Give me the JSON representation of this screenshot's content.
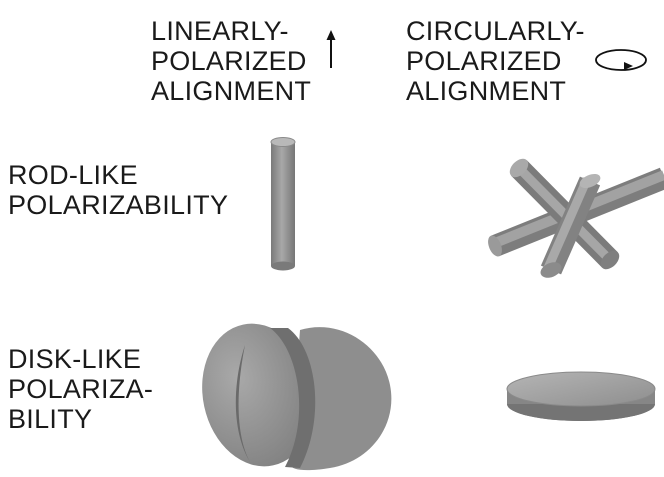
{
  "columns": {
    "linear": [
      "LINEARLY-",
      "POLARIZED",
      "ALIGNMENT"
    ],
    "circular": [
      "CIRCULARLY-",
      "POLARIZED",
      "ALIGNMENT"
    ]
  },
  "rows": {
    "rod": [
      "ROD-LIKE",
      "POLARIZABILITY"
    ],
    "disk": [
      "DISK-LIKE",
      "POLARIZA-",
      "BILITY"
    ]
  },
  "icons": {
    "linear_symbol": "up-arrow-icon",
    "circular_symbol": "circular-arrow-icon"
  },
  "colors": {
    "shape_fill": "#8f8f8f",
    "shape_light": "#b0b0b0",
    "shape_dark": "#6e6e6e",
    "outline": "#5a5a5a"
  }
}
